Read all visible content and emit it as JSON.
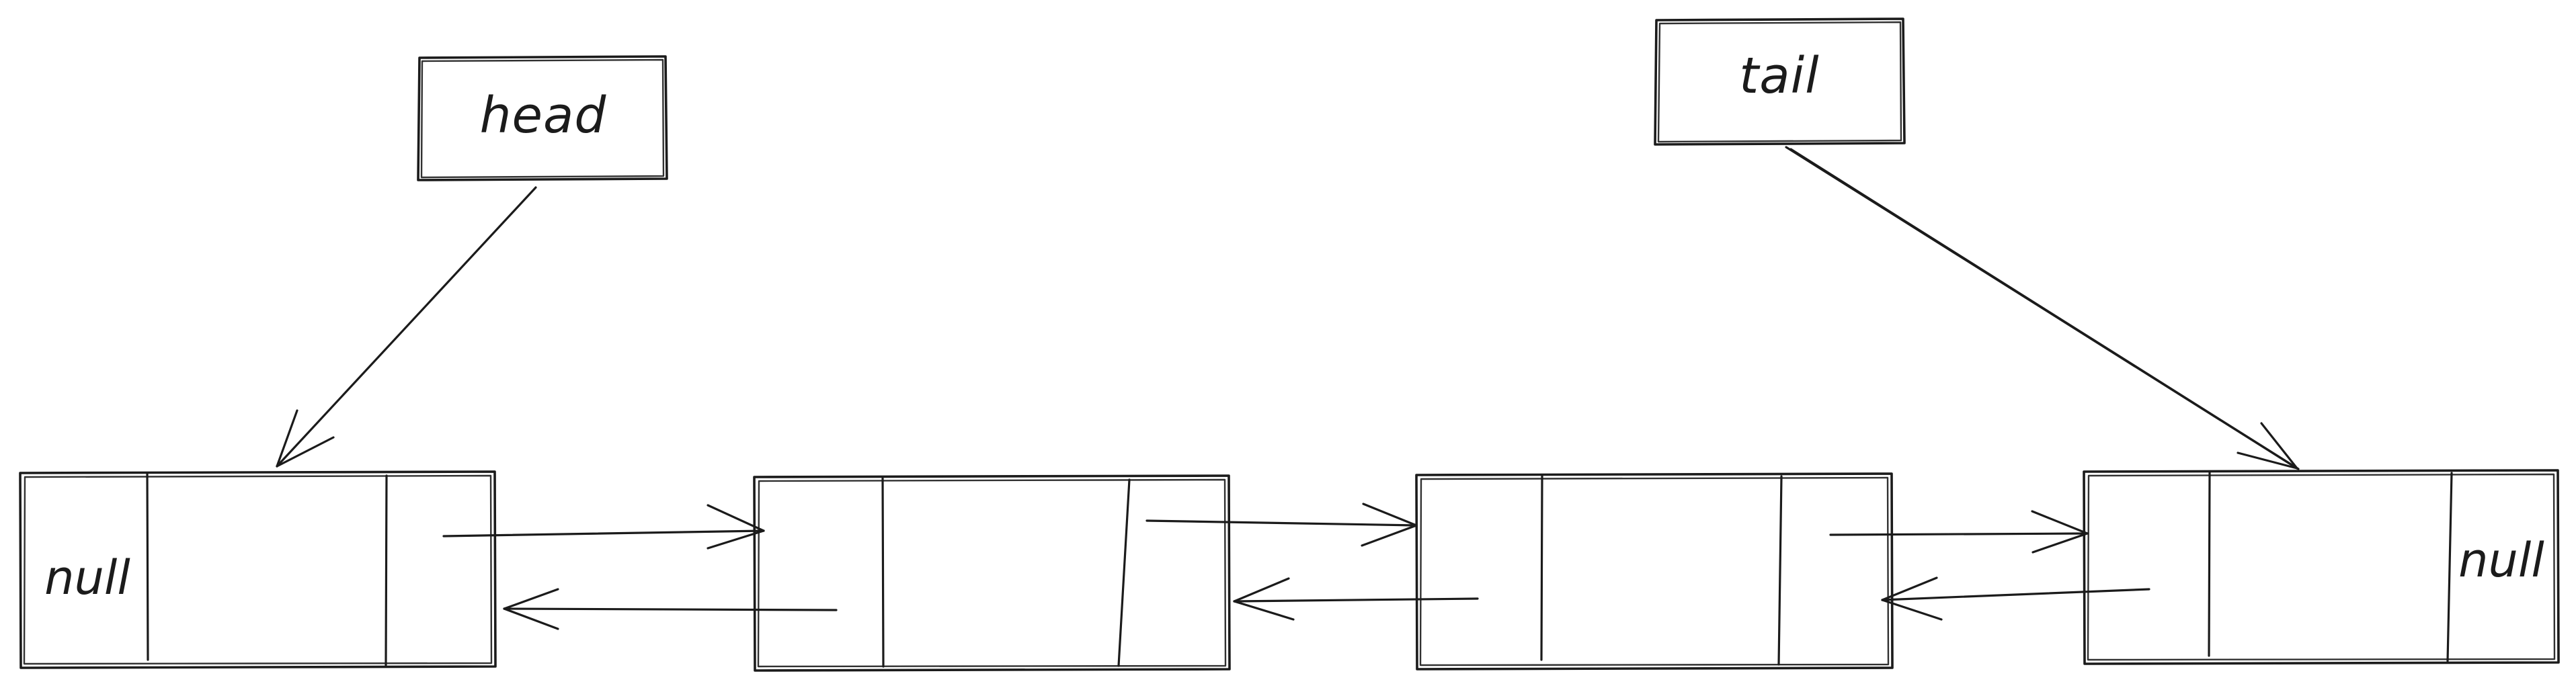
{
  "pointers": {
    "head": {
      "label": "head"
    },
    "tail": {
      "label": "tail"
    }
  },
  "nodes": [
    {
      "id": "node-1",
      "prev": "null",
      "next": ""
    },
    {
      "id": "node-2",
      "prev": "",
      "next": ""
    },
    {
      "id": "node-3",
      "prev": "",
      "next": ""
    },
    {
      "id": "node-4",
      "prev": "",
      "next": "null"
    }
  ],
  "links": [
    {
      "from": "head",
      "to": "node-1"
    },
    {
      "from": "tail",
      "to": "node-4"
    },
    {
      "from": "node-1",
      "to": "node-2",
      "direction": "next"
    },
    {
      "from": "node-2",
      "to": "node-1",
      "direction": "prev"
    },
    {
      "from": "node-2",
      "to": "node-3",
      "direction": "next"
    },
    {
      "from": "node-3",
      "to": "node-2",
      "direction": "prev"
    },
    {
      "from": "node-3",
      "to": "node-4",
      "direction": "next"
    },
    {
      "from": "node-4",
      "to": "node-3",
      "direction": "prev"
    }
  ]
}
